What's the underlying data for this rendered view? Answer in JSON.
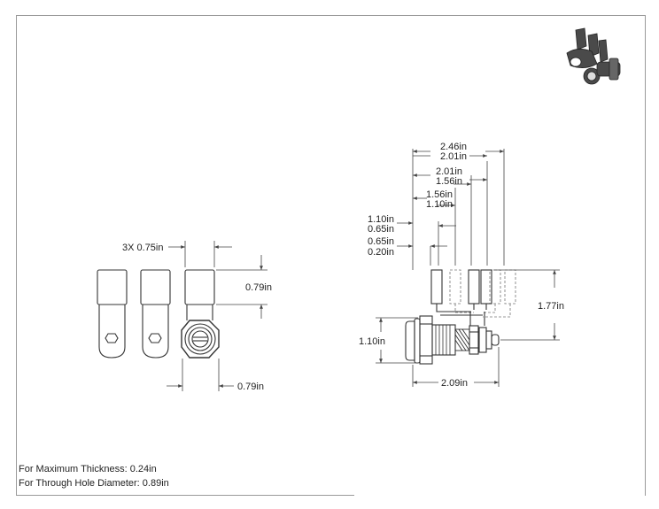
{
  "dimensions": {
    "count_width": "3X 0.75in",
    "tab_height": "0.79in",
    "nut_width": "0.79in",
    "overall_outer": "2.46in",
    "overall_inner": "2.01in",
    "pos3_outer": "2.01in",
    "pos3_inner": "1.56in",
    "pos2_outer": "1.56in",
    "pos2_inner": "1.10in",
    "pos1_outer": "1.10in",
    "pos1_inner": "0.65in",
    "pos0_outer": "0.65in",
    "pos0_inner": "0.20in",
    "total_height": "1.77in",
    "body_height": "1.10in",
    "body_length": "2.09in"
  },
  "notes": {
    "thickness": "For Maximum Thickness: 0.24in",
    "hole": "For Through Hole Diameter: 0.89in"
  },
  "colors": {
    "line": "#333333",
    "dim_line": "#444444",
    "border": "#9a9a9a",
    "thumb": "#4a4a4a"
  },
  "icons": {
    "thumbnail": "cam-lock-3d-icon"
  }
}
